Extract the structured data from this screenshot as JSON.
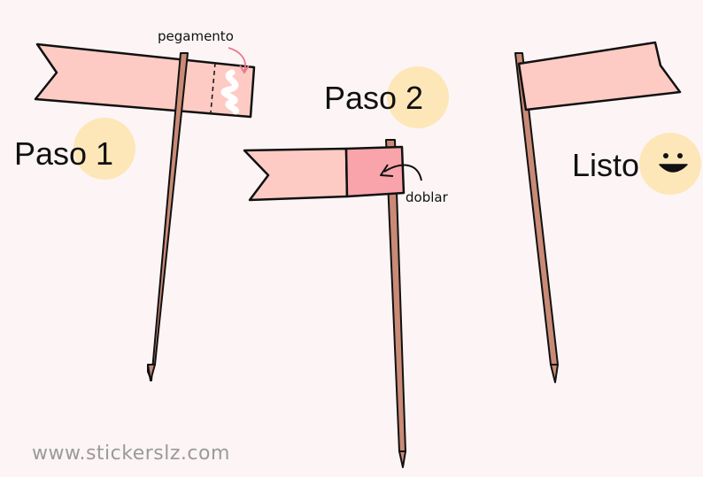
{
  "steps": {
    "step1_label": "Paso 1",
    "step2_label": "Paso 2",
    "done_label": "Listo",
    "glue_label": "pegamento",
    "fold_label": "doblar"
  },
  "footer": {
    "url": "www.stickerslz.com"
  },
  "colors": {
    "background": "#fdf5f5",
    "flag": "#fdcbc3",
    "flag_fold": "#f9a4ab",
    "stick": "#c98a76",
    "highlight_circle": "#fde7b8",
    "glue": "#ffffff",
    "glue_arrow": "#e8798a",
    "outline": "#111111"
  },
  "icons": {
    "done": "smiley-face-icon"
  }
}
